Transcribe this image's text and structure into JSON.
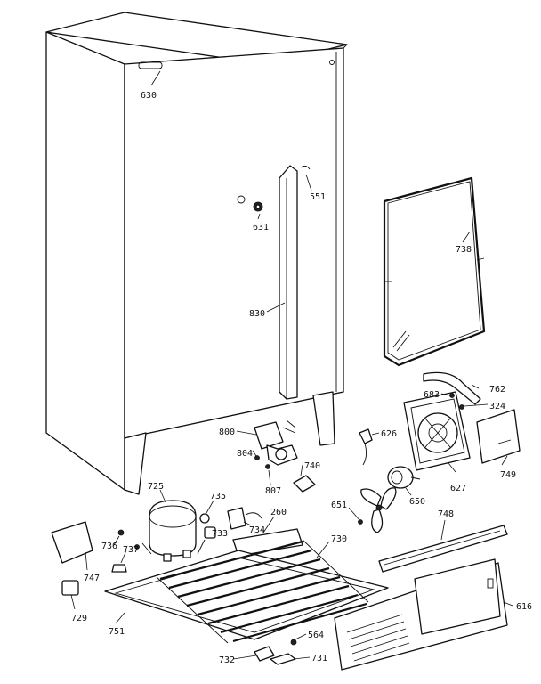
{
  "parts": [
    {
      "id": "p630",
      "label": "630"
    },
    {
      "id": "p551",
      "label": "551"
    },
    {
      "id": "p631",
      "label": "631"
    },
    {
      "id": "p830",
      "label": "830"
    },
    {
      "id": "p738",
      "label": "738"
    },
    {
      "id": "p683",
      "label": "683"
    },
    {
      "id": "p762",
      "label": "762"
    },
    {
      "id": "p324",
      "label": "324"
    },
    {
      "id": "p800",
      "label": "800"
    },
    {
      "id": "p626",
      "label": "626"
    },
    {
      "id": "p804",
      "label": "804"
    },
    {
      "id": "p807",
      "label": "807"
    },
    {
      "id": "p740",
      "label": "740"
    },
    {
      "id": "p650",
      "label": "650"
    },
    {
      "id": "p627",
      "label": "627"
    },
    {
      "id": "p749",
      "label": "749"
    },
    {
      "id": "p725",
      "label": "725"
    },
    {
      "id": "p735",
      "label": "735"
    },
    {
      "id": "p651",
      "label": "651"
    },
    {
      "id": "p260",
      "label": "260"
    },
    {
      "id": "p734",
      "label": "734"
    },
    {
      "id": "p733",
      "label": "733"
    },
    {
      "id": "p736",
      "label": "736"
    },
    {
      "id": "p737",
      "label": "737"
    },
    {
      "id": "p748",
      "label": "748"
    },
    {
      "id": "p730",
      "label": "730"
    },
    {
      "id": "p747",
      "label": "747"
    },
    {
      "id": "p616",
      "label": "616"
    },
    {
      "id": "p729",
      "label": "729"
    },
    {
      "id": "p751",
      "label": "751"
    },
    {
      "id": "p564",
      "label": "564"
    },
    {
      "id": "p732",
      "label": "732"
    },
    {
      "id": "p731",
      "label": "731"
    }
  ]
}
